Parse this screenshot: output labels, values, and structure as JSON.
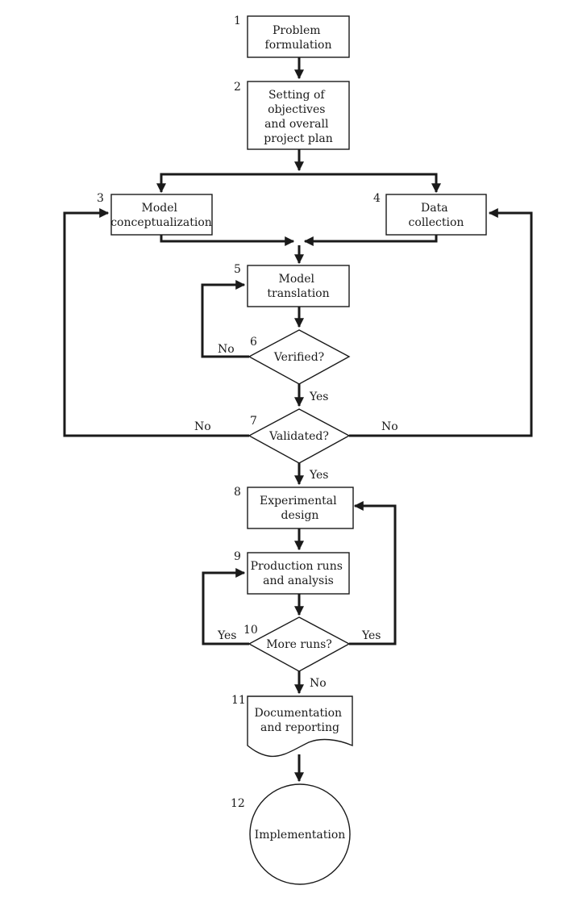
{
  "nodes": [
    {
      "id": "n1",
      "number": "1",
      "lines": [
        "Problem",
        "formulation"
      ]
    },
    {
      "id": "n2",
      "number": "2",
      "lines": [
        "Setting of",
        "objectives",
        "and overall",
        "project plan"
      ]
    },
    {
      "id": "n3",
      "number": "3",
      "lines": [
        "Model",
        "conceptualization"
      ]
    },
    {
      "id": "n4",
      "number": "4",
      "lines": [
        "Data",
        "collection"
      ]
    },
    {
      "id": "n5",
      "number": "5",
      "lines": [
        "Model",
        "translation"
      ]
    },
    {
      "id": "n6",
      "number": "6",
      "lines": [
        "Verified?"
      ]
    },
    {
      "id": "n7",
      "number": "7",
      "lines": [
        "Validated?"
      ]
    },
    {
      "id": "n8",
      "number": "8",
      "lines": [
        "Experimental",
        "design"
      ]
    },
    {
      "id": "n9",
      "number": "9",
      "lines": [
        "Production runs",
        "and analysis"
      ]
    },
    {
      "id": "n10",
      "number": "10",
      "lines": [
        "More runs?"
      ]
    },
    {
      "id": "n11",
      "number": "11",
      "lines": [
        "Documentation",
        "and reporting"
      ]
    },
    {
      "id": "n12",
      "number": "12",
      "lines": [
        "Implementation"
      ]
    }
  ],
  "edge_labels": {
    "verified_no": "No",
    "verified_yes": "Yes",
    "validated_no_left": "No",
    "validated_no_right": "No",
    "validated_yes": "Yes",
    "more_runs_yes_left": "Yes",
    "more_runs_yes_right": "Yes",
    "more_runs_no": "No"
  }
}
